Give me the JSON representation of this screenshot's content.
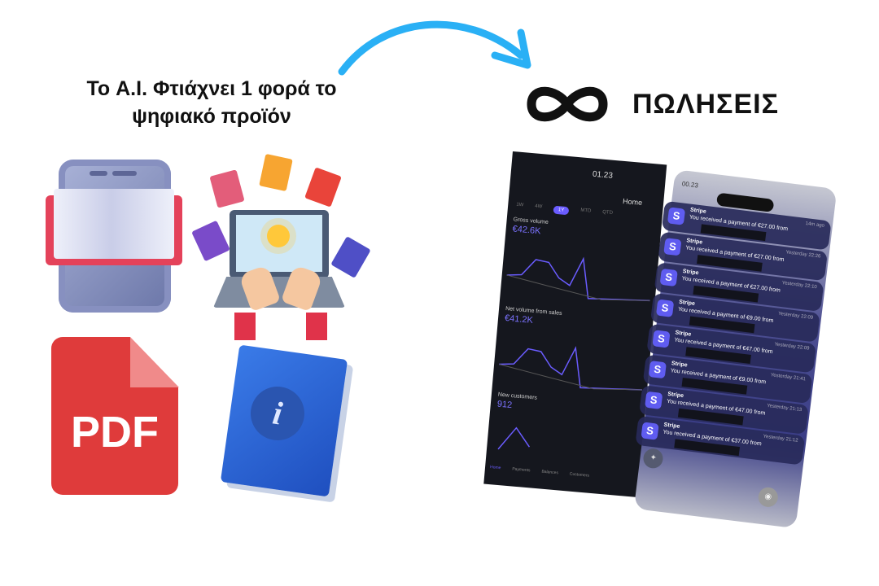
{
  "headline": "Το A.I. Φτιάχνει 1 φορά το ψηφιακό προϊόν",
  "brand_text": "ΠΩΛΗΣΕΙΣ",
  "pdf_label": "PDF",
  "info_glyph": "i",
  "dashboard": {
    "time": "01.23",
    "title": "Home",
    "tabs": [
      "1W",
      "4W",
      "1Y",
      "MTD",
      "QTD"
    ],
    "active_tab": "1Y",
    "metrics": [
      {
        "label": "Gross volume",
        "value": "€42.6K"
      },
      {
        "label": "Net volume from sales",
        "value": "€41.2K"
      },
      {
        "label": "New customers",
        "value": "912"
      }
    ],
    "nav": [
      "Home",
      "Payments",
      "Balances",
      "Customers"
    ]
  },
  "lockscreen": {
    "time": "00.23",
    "notifications": [
      {
        "app": "Stripe",
        "message": "You received a payment of €27.00 from",
        "when": "14m ago"
      },
      {
        "app": "Stripe",
        "message": "You received a payment of €27.00 from",
        "when": "Yesterday 22:26"
      },
      {
        "app": "Stripe",
        "message": "You received a payment of €27.00 from",
        "when": "Yesterday 22:10"
      },
      {
        "app": "Stripe",
        "message": "You received a payment of €9.00 from",
        "when": "Yesterday 22:09"
      },
      {
        "app": "Stripe",
        "message": "You received a payment of €47.00 from",
        "when": "Yesterday 22:09"
      },
      {
        "app": "Stripe",
        "message": "You received a payment of €9.00 from",
        "when": "Yesterday 21:41"
      },
      {
        "app": "Stripe",
        "message": "You received a payment of €47.00 from",
        "when": "Yesterday 21:13"
      },
      {
        "app": "Stripe",
        "message": "You received a payment of €37.00 from",
        "when": "Yesterday 21:12"
      }
    ]
  },
  "colors": {
    "arrow": "#2ab0f5",
    "accent": "#6a5cff",
    "pdf": "#df3b3b"
  }
}
